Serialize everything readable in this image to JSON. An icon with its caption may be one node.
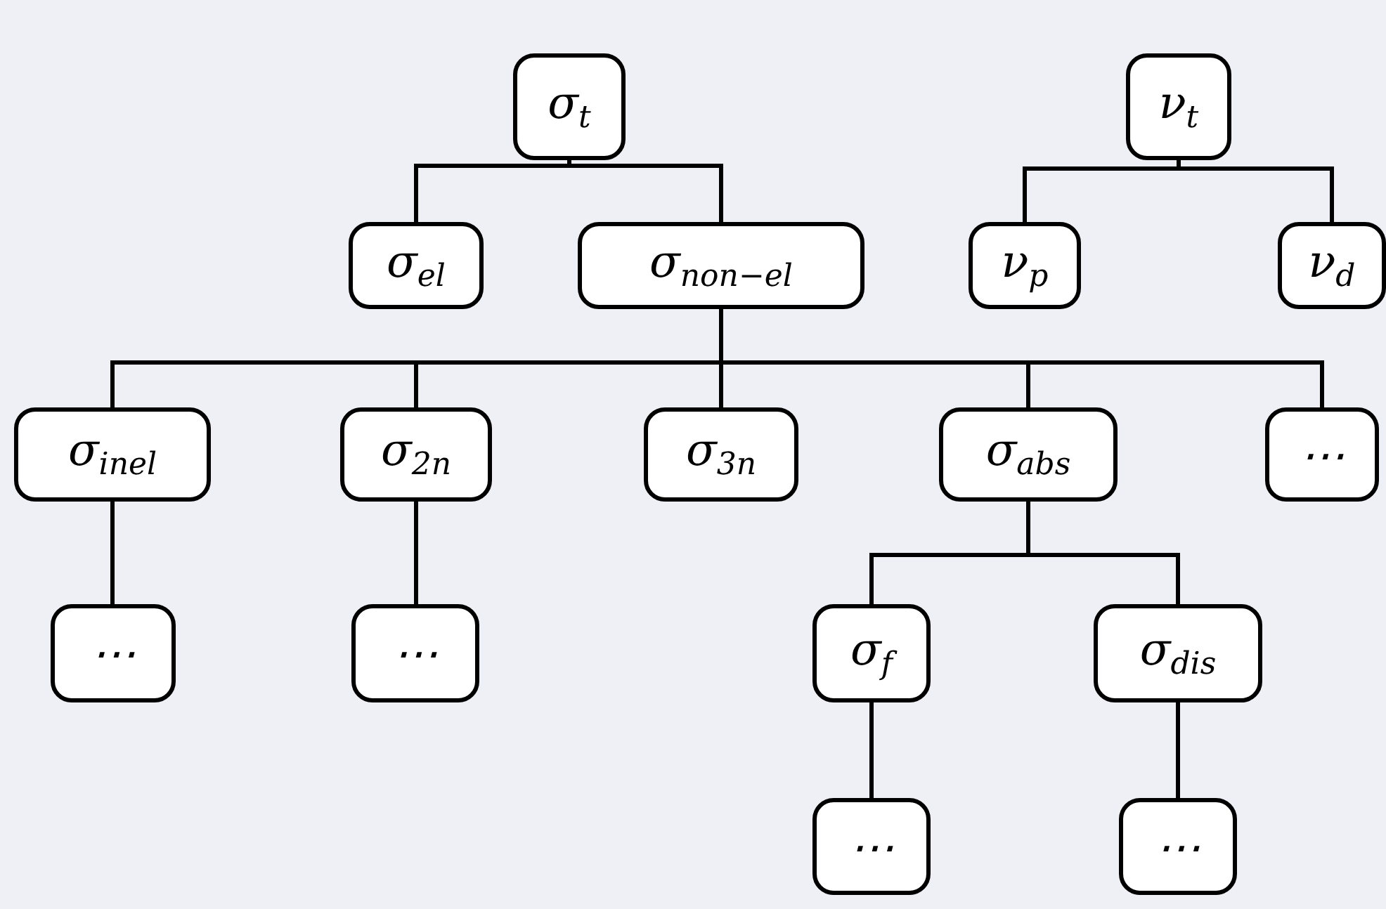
{
  "diagram": {
    "nodes": [
      {
        "text": [
          "σ$_{t}$"
        ]
      },
      {
        "text": [
          "ν$_{t}$"
        ]
      },
      {
        "text": [
          "σ$_{el}$"
        ]
      },
      {
        "text": [
          "σ$_{non−el}$"
        ]
      },
      {
        "text": [
          "ν$_{p}$"
        ]
      },
      {
        "text": [
          "ν$_{d}$"
        ]
      },
      {
        "text": [
          "σ$_{inel}$"
        ]
      },
      {
        "text": [
          "σ$_{2n}$"
        ]
      },
      {
        "text": [
          "σ$_{3n}$"
        ]
      },
      {
        "text": [
          "σ$_{abs}$"
        ]
      },
      {
        "text": [
          "⋯"
        ]
      },
      {
        "text": [
          "⋯"
        ]
      },
      {
        "text": [
          "⋯"
        ]
      },
      {
        "text": [
          "σ$_{f}$"
        ]
      },
      {
        "text": [
          "σ$_{dis}$"
        ]
      },
      {
        "text": [
          "⋯"
        ]
      },
      {
        "text": [
          "⋯"
        ]
      }
    ],
    "edges": [
      {
        "from": 0,
        "to": 2,
        "arrow": "none"
      },
      {
        "from": 0,
        "to": 3,
        "arrow": "none"
      },
      {
        "from": 1,
        "to": 4,
        "arrow": "none"
      },
      {
        "from": 1,
        "to": 5,
        "arrow": "none"
      },
      {
        "from": 3,
        "to": 6,
        "arrow": "none"
      },
      {
        "from": 3,
        "to": 7,
        "arrow": "none"
      },
      {
        "from": 3,
        "to": 8,
        "arrow": "none"
      },
      {
        "from": 3,
        "to": 9,
        "arrow": "none"
      },
      {
        "from": 3,
        "to": 10,
        "arrow": "none"
      },
      {
        "from": 6,
        "to": 11,
        "arrow": "none"
      },
      {
        "from": 7,
        "to": 12,
        "arrow": "none"
      },
      {
        "from": 9,
        "to": 13,
        "arrow": "none"
      },
      {
        "from": 9,
        "to": 14,
        "arrow": "none"
      },
      {
        "from": 13,
        "to": 15,
        "arrow": "none"
      },
      {
        "from": 14,
        "to": 16,
        "arrow": "none"
      }
    ]
  }
}
